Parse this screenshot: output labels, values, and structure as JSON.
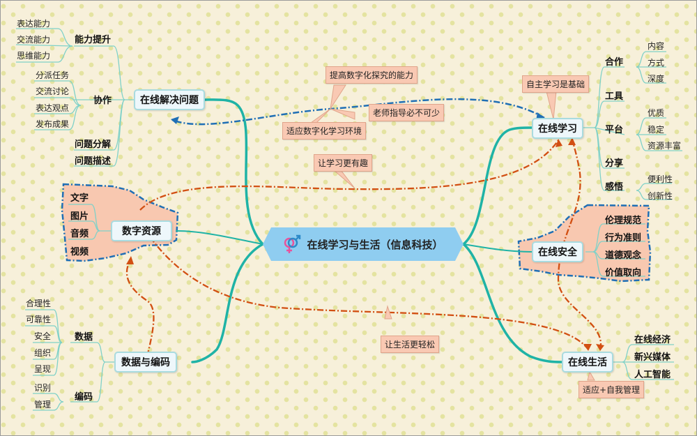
{
  "central": {
    "title": "在线学习与生活（信息科技）",
    "icon": "gender-symbol-icon"
  },
  "branches": {
    "problem_solving": {
      "title": "在线解决问题",
      "children": [
        {
          "label": "能力提升",
          "leaves": [
            "表达能力",
            "交流能力",
            "思维能力"
          ]
        },
        {
          "label": "协作",
          "leaves": [
            "分派任务",
            "交流讨论",
            "表达观点",
            "发布成果"
          ]
        },
        {
          "label": "问题分解",
          "leaves": []
        },
        {
          "label": "问题描述",
          "leaves": []
        }
      ]
    },
    "digital_resources": {
      "title": "数字资源",
      "children": [
        "文字",
        "图片",
        "音频",
        "视频"
      ]
    },
    "data_encoding": {
      "title": "数据与编码",
      "children": [
        {
          "label": "数据",
          "leaves": [
            "合理性",
            "可靠性",
            "安全",
            "组织",
            "呈现"
          ]
        },
        {
          "label": "编码",
          "leaves": [
            "识别",
            "管理"
          ]
        }
      ]
    },
    "online_learning": {
      "title": "在线学习",
      "children": [
        {
          "label": "合作",
          "leaves": [
            "内容",
            "方式",
            "深度"
          ]
        },
        {
          "label": "工具",
          "leaves": []
        },
        {
          "label": "平台",
          "leaves": [
            "优质",
            "稳定",
            "资源丰富"
          ]
        },
        {
          "label": "分享",
          "leaves": []
        },
        {
          "label": "感悟",
          "leaves": [
            "便利性",
            "创新性"
          ]
        }
      ]
    },
    "online_safety": {
      "title": "在线安全",
      "children": [
        "伦理规范",
        "行为准则",
        "道德观念",
        "价值取向"
      ]
    },
    "online_life": {
      "title": "在线生活",
      "children": [
        "在线经济",
        "新兴媒体",
        "人工智能"
      ]
    }
  },
  "callouts": {
    "improve_ability": "提高数字化探究的能力",
    "teacher_guidance": "老师指导必不可少",
    "adapt_env": "适应数字化学习环境",
    "self_study": "自主学习是基础",
    "more_fun": "让学习更有趣",
    "easier_life": "让生活更轻松",
    "adapt_manage": "适应+自我管理"
  },
  "colors": {
    "background": "#f7f0da",
    "dots": "#e4e3a0",
    "branch_line": "#1fb3a6",
    "thin_line": "#7fd1c8",
    "node_fill": "#eef7fb",
    "node_border": "#a9dbdf",
    "central_fill": "#8fcdf0",
    "callout_fill": "#f9c9b3",
    "boundary_fill": "#f8c8b0",
    "boundary_stroke": "#1f6fb5",
    "relation_blue": "#1f6fb5",
    "relation_orange": "#d24f12"
  }
}
